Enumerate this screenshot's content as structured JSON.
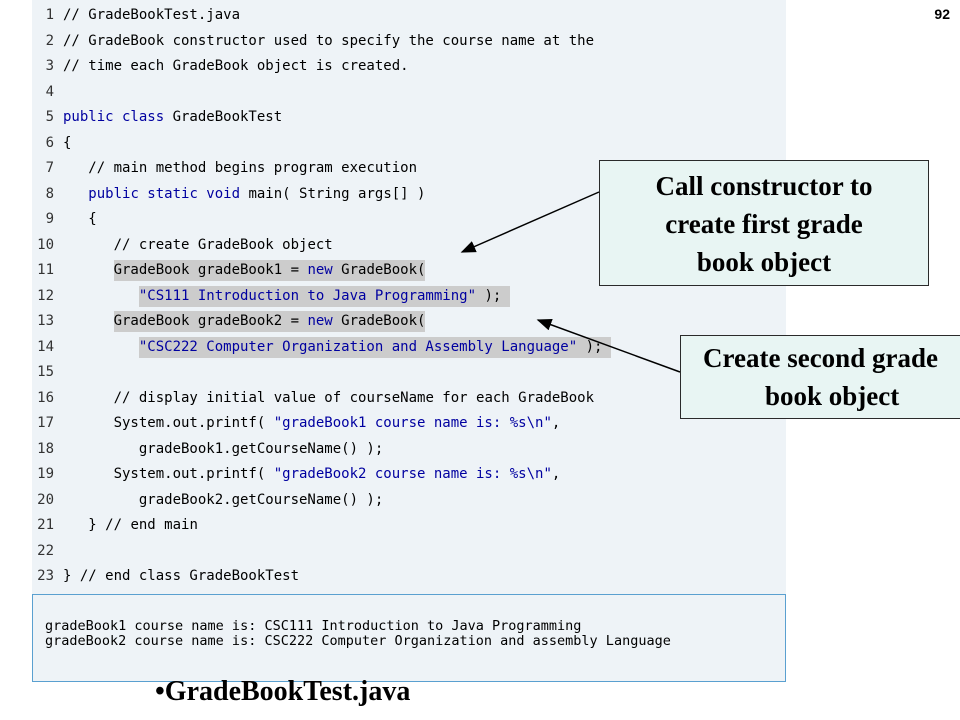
{
  "page_number": "92",
  "code_lines": [
    {
      "n": "1",
      "parts": [
        [
          "cmt",
          "// GradeBookTest.java"
        ]
      ]
    },
    {
      "n": "2",
      "parts": [
        [
          "cmt",
          "// GradeBook constructor used to specify the course name at the"
        ]
      ]
    },
    {
      "n": "3",
      "parts": [
        [
          "cmt",
          "// time each GradeBook object is created."
        ]
      ]
    },
    {
      "n": "4",
      "parts": []
    },
    {
      "n": "5",
      "parts": [
        [
          "kw",
          "public class "
        ],
        [
          "",
          "GradeBookTest"
        ]
      ]
    },
    {
      "n": "6",
      "parts": [
        [
          "",
          "{"
        ]
      ]
    },
    {
      "n": "7",
      "parts": [
        [
          "",
          "   "
        ],
        [
          "cmt",
          "// main method begins program execution"
        ]
      ]
    },
    {
      "n": "8",
      "parts": [
        [
          "",
          "   "
        ],
        [
          "kw",
          "public static void "
        ],
        [
          "",
          "main( String args[] )"
        ]
      ]
    },
    {
      "n": "9",
      "parts": [
        [
          "",
          "   {"
        ]
      ]
    },
    {
      "n": "10",
      "parts": [
        [
          "",
          "      "
        ],
        [
          "cmt",
          "// create GradeBook object"
        ]
      ]
    },
    {
      "n": "11",
      "parts": [
        [
          "",
          "      GradeBook gradeBook1 = "
        ],
        [
          "kw",
          "new "
        ],
        [
          "",
          "GradeBook("
        ]
      ],
      "hl": [
        6,
        43
      ]
    },
    {
      "n": "12",
      "parts": [
        [
          "",
          "         "
        ],
        [
          "str",
          "\"CS111 Introduction to Java Programming\""
        ],
        [
          "",
          " );"
        ]
      ],
      "hl": [
        9,
        53
      ]
    },
    {
      "n": "13",
      "parts": [
        [
          "",
          "      GradeBook gradeBook2 = "
        ],
        [
          "kw",
          "new "
        ],
        [
          "",
          "GradeBook("
        ]
      ],
      "hl": [
        6,
        43
      ]
    },
    {
      "n": "14",
      "parts": [
        [
          "",
          "         "
        ],
        [
          "str",
          "\"CSC222 Computer Organization and Assembly Language\""
        ],
        [
          "",
          " );"
        ]
      ],
      "hl": [
        9,
        65
      ]
    },
    {
      "n": "15",
      "parts": []
    },
    {
      "n": "16",
      "parts": [
        [
          "",
          "      "
        ],
        [
          "cmt",
          "// display initial value of courseName for each GradeBook"
        ]
      ]
    },
    {
      "n": "17",
      "parts": [
        [
          "",
          "      System.out.printf( "
        ],
        [
          "str",
          "\"gradeBook1 course name is: %s\\n\""
        ],
        [
          "",
          ","
        ]
      ]
    },
    {
      "n": "18",
      "parts": [
        [
          "",
          "         gradeBook1.getCourseName() );"
        ]
      ]
    },
    {
      "n": "19",
      "parts": [
        [
          "",
          "      System.out.printf( "
        ],
        [
          "str",
          "\"gradeBook2 course name is: %s\\n\""
        ],
        [
          "",
          ","
        ]
      ]
    },
    {
      "n": "20",
      "parts": [
        [
          "",
          "         gradeBook2.getCourseName() );"
        ]
      ]
    },
    {
      "n": "21",
      "parts": [
        [
          "",
          "   } "
        ],
        [
          "cmt",
          "// end main"
        ]
      ]
    },
    {
      "n": "22",
      "parts": []
    },
    {
      "n": "23",
      "parts": [
        [
          "",
          "} "
        ],
        [
          "cmt",
          "// end class GradeBookTest"
        ]
      ]
    }
  ],
  "output_lines": [
    "gradeBook1 course name is: CSC111 Introduction to Java Programming",
    "gradeBook2 course name is: CSC222 Computer Organization and assembly Language"
  ],
  "callout_1": {
    "line1": "Call constructor to",
    "line2": "create first grade",
    "line3": "book object"
  },
  "callout_2": {
    "line1": "Create second grade",
    "line2": "book object"
  },
  "caption": "•GradeBookTest.java",
  "colors": {
    "code_background": "#eef3f7",
    "keyword": "#0000a0",
    "highlight": "#cccccc",
    "callout_background": "#e8f5f3"
  }
}
